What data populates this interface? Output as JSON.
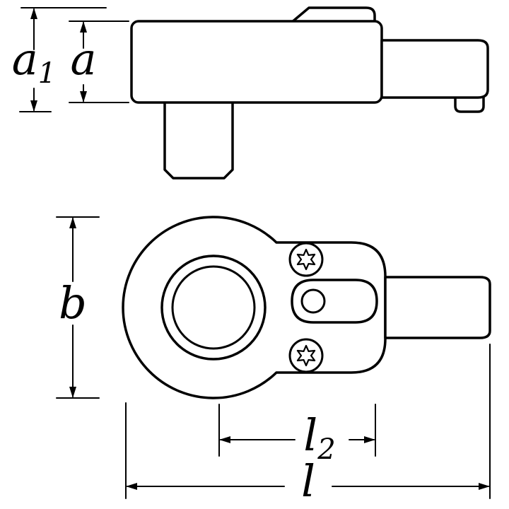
{
  "colors": {
    "line": "#000000",
    "background": "#ffffff"
  },
  "dimensions": {
    "a1": {
      "label": "a",
      "sub": "1"
    },
    "a": {
      "label": "a"
    },
    "b": {
      "label": "b"
    },
    "l2": {
      "label": "l",
      "sub": "2"
    },
    "l": {
      "label": "l"
    }
  }
}
